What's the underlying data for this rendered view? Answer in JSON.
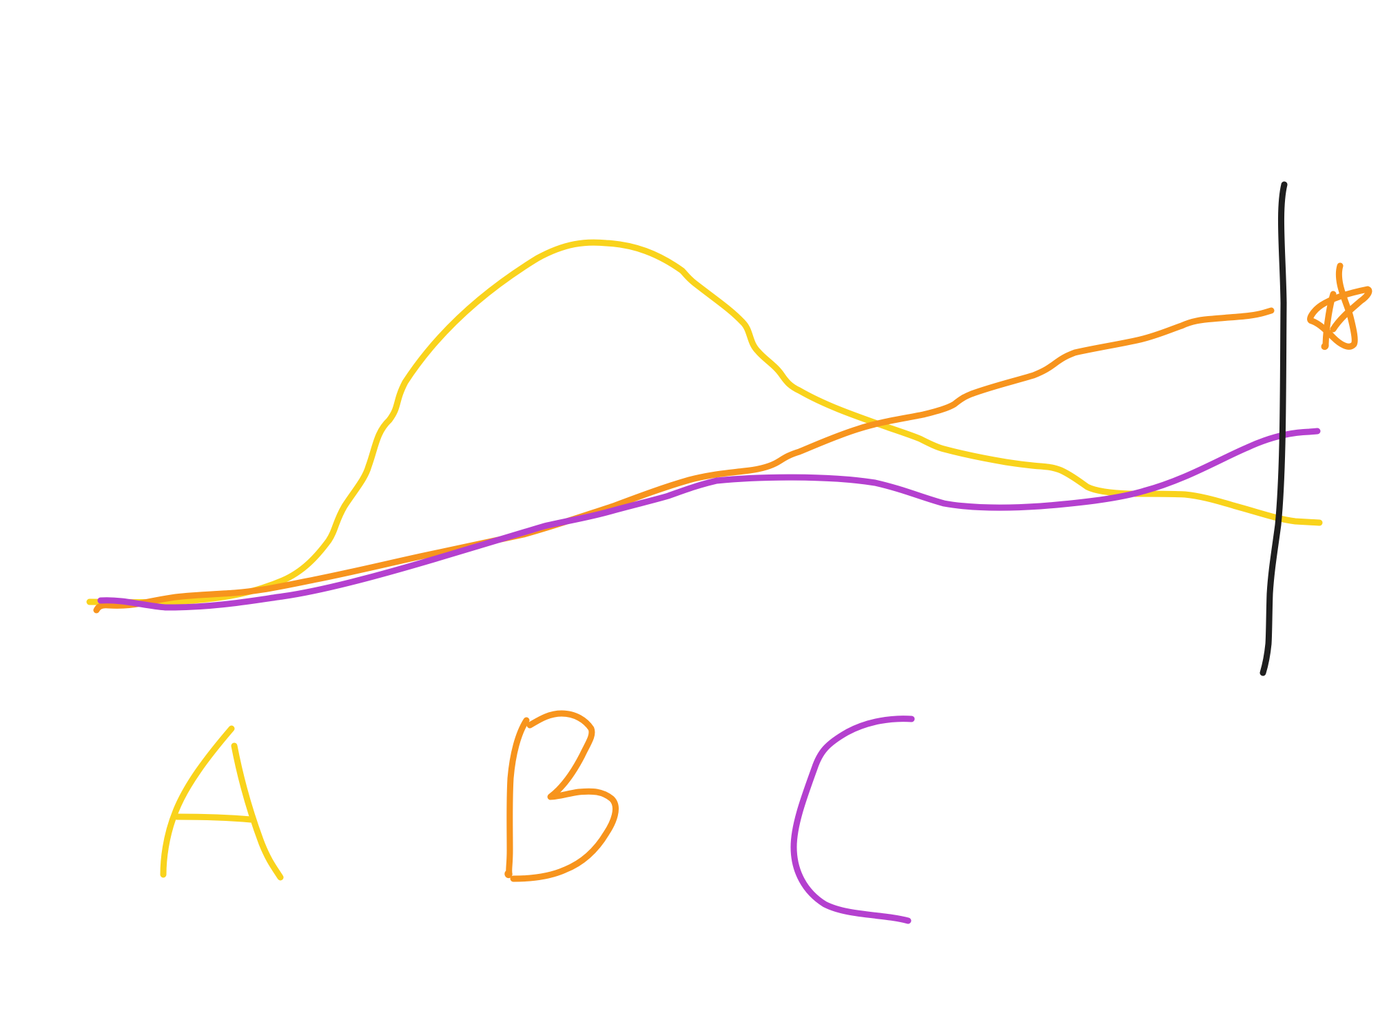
{
  "background_color": "#ffffff",
  "curves": [
    {
      "id": "curve-a",
      "label": "A",
      "color": "#f9d31c"
    },
    {
      "id": "curve-b",
      "label": "B",
      "color": "#f7941d"
    },
    {
      "id": "curve-c",
      "label": "C",
      "color": "#b440cf"
    }
  ],
  "marker": {
    "line_color": "#1e1e1e",
    "star_color": "#f7941d",
    "star_icon": "hand-drawn-star-icon"
  }
}
